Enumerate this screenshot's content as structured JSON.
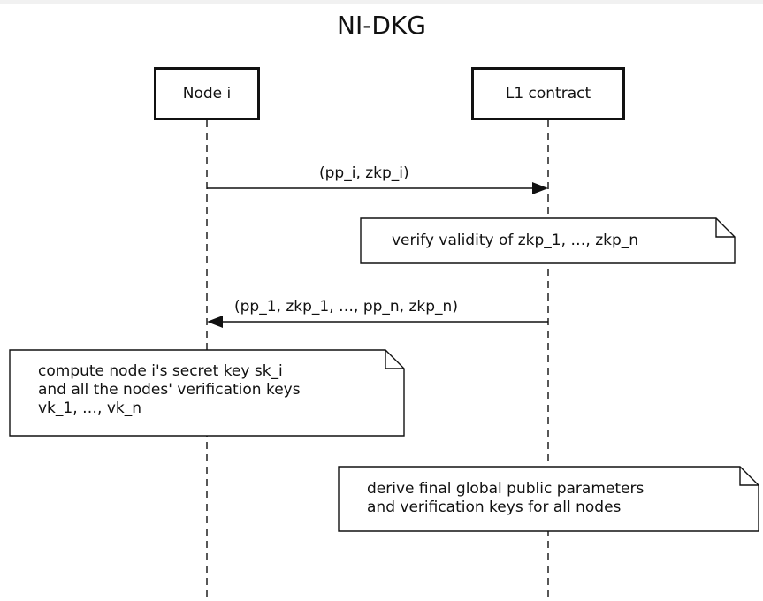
{
  "diagram": {
    "title": "NI-DKG",
    "participants": [
      {
        "id": "node",
        "label": "Node i"
      },
      {
        "id": "contract",
        "label": "L1 contract"
      }
    ],
    "messages": [
      {
        "from": "Node i",
        "to": "L1 contract",
        "label": "(pp_i, zkp_i)"
      },
      {
        "from": "L1 contract",
        "to": "Node i",
        "label": "(pp_1, zkp_1, …, pp_n, zkp_n)"
      }
    ],
    "notes": [
      {
        "over": "L1 contract",
        "lines": [
          "verify validity of zkp_1, …, zkp_n"
        ]
      },
      {
        "over": "Node i",
        "lines": [
          "compute node i's secret key sk_i",
          "and all the nodes' verification keys",
          "vk_1, …, vk_n"
        ]
      },
      {
        "over": "L1 contract",
        "lines": [
          "derive final global public parameters",
          "and verification keys for all nodes"
        ]
      }
    ]
  }
}
